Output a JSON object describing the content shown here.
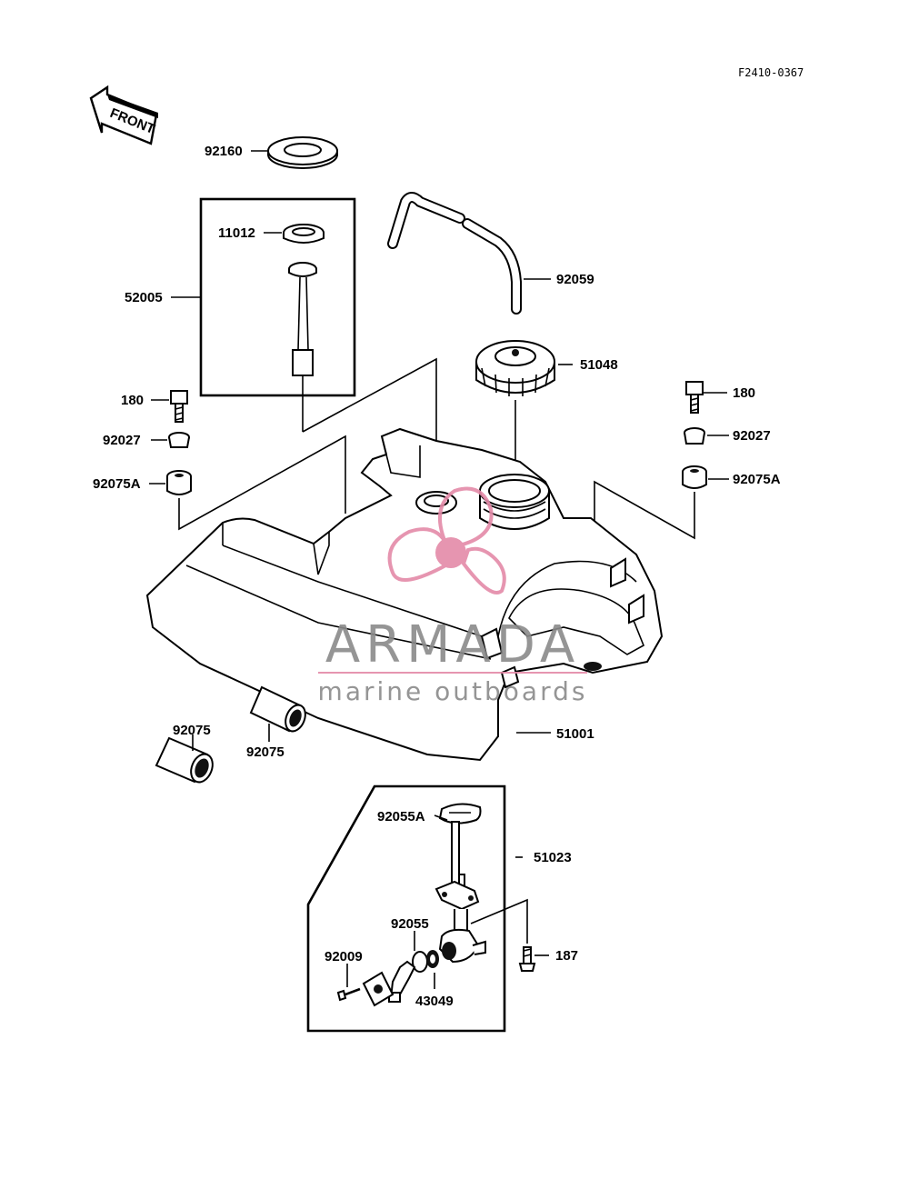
{
  "diagram_ref": "F2410-0367",
  "front_label": "FRONT",
  "watermark": {
    "brand": "ARMADA",
    "tagline": "marine outboards",
    "pink": "#e48aa8",
    "gray": "#8a8a8a"
  },
  "callouts": {
    "p92160": "92160",
    "p11012": "11012",
    "p52005": "52005",
    "p92059": "92059",
    "p51048": "51048",
    "p180_left": "180",
    "p92027_left": "92027",
    "p92075A_left": "92075A",
    "p180_right": "180",
    "p92027_right": "92027",
    "p92075A_right": "92075A",
    "p51001": "51001",
    "p92075_a": "92075",
    "p92075_b": "92075",
    "p92055A": "92055A",
    "p51023": "51023",
    "p92055": "92055",
    "p92009": "92009",
    "p187": "187",
    "p43049": "43049"
  }
}
